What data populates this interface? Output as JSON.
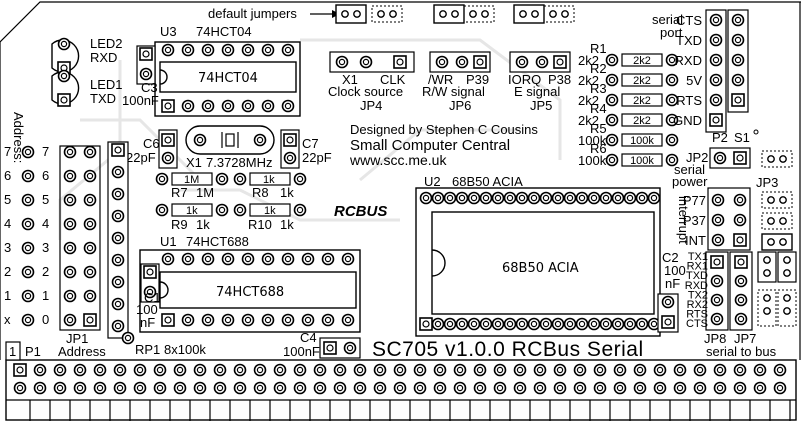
{
  "header": {
    "default_jumpers": "default jumpers"
  },
  "board": {
    "title": "SC705 v1.0.0 RCBus Serial",
    "logo": "RCBUS",
    "designer": [
      "Designed by Stephen C Cousins",
      "Small Computer Central",
      "www.scc.me.uk"
    ]
  },
  "leds": [
    {
      "ref": "LED2",
      "name": "RXD"
    },
    {
      "ref": "LED1",
      "name": "TXD"
    }
  ],
  "chips": {
    "u3": {
      "ref": "U3",
      "part": "74HCT04",
      "body": "74HCT04"
    },
    "u1": {
      "ref": "U1",
      "part": "74HCT688",
      "body": "74HCT688"
    },
    "u2": {
      "ref": "U2",
      "part": "68B50 ACIA",
      "body": "68B50 ACIA"
    }
  },
  "caps": {
    "c3": [
      "C3",
      "100nF"
    ],
    "c6": [
      "C6",
      "22pF"
    ],
    "c7": [
      "C7",
      "22pF"
    ],
    "c1": [
      "C1",
      "100",
      "nF"
    ],
    "c2": [
      "C2",
      "100",
      "nF"
    ],
    "c4": [
      "C4",
      "100nF"
    ]
  },
  "crystal": {
    "ref": "X1",
    "freq": "7.3728MHz"
  },
  "resistors_left": [
    {
      "ref": "R7",
      "value": "1M",
      "body": "1M"
    },
    {
      "ref": "R8",
      "value": "1k",
      "body": "1k"
    },
    {
      "ref": "R9",
      "value": "1k",
      "body": "1k"
    },
    {
      "ref": "R10",
      "value": "1k",
      "body": "1k"
    }
  ],
  "resistors_right": [
    {
      "ref": "R1",
      "value": "2k2",
      "body": "2k2"
    },
    {
      "ref": "R2",
      "value": "2k2",
      "body": "2k2"
    },
    {
      "ref": "R3",
      "value": "2k2",
      "body": "2k2"
    },
    {
      "ref": "R4",
      "value": "2k2",
      "body": "2k2"
    },
    {
      "ref": "R5",
      "value": "100k",
      "body": "100k"
    },
    {
      "ref": "R6",
      "value": "100k",
      "body": "100k"
    }
  ],
  "jumpers": {
    "jp4": {
      "left": "X1",
      "right": "CLK",
      "line2": "Clock source",
      "ref": "JP4"
    },
    "jp6": {
      "left": "/WR",
      "right": "P39",
      "line2": "R/W signal",
      "ref": "JP6"
    },
    "jp5": {
      "left": "IORQ",
      "right": "P38",
      "line2": "E signal",
      "ref": "JP5"
    },
    "jp2": {
      "ref": "JP2",
      "line1": "serial",
      "line2": "power"
    },
    "jp3": {
      "ref": "JP3"
    },
    "jp8": {
      "ref": "JP8"
    },
    "jp7": {
      "ref": "JP7",
      "caption": "serial to bus"
    }
  },
  "serial_port": {
    "title": [
      "serial",
      "port"
    ],
    "signals": [
      "CTS",
      "TXD",
      "RXD",
      "5V",
      "RTS",
      "GND"
    ],
    "p2": "P2",
    "s1": "S1"
  },
  "interrupt": {
    "label": "interrupt",
    "pins": [
      "P77",
      "P37",
      "INT"
    ]
  },
  "jp7_pins": [
    "TX1",
    "RX1",
    "TXD",
    "RXD",
    "TX2",
    "RX2",
    "RTS",
    "CTS"
  ],
  "address": {
    "title": "Address:",
    "bits": [
      "7",
      "6",
      "5",
      "4",
      "3",
      "2",
      "1",
      "x"
    ],
    "jp1_digits": [
      "7",
      "6",
      "5",
      "4",
      "3",
      "2",
      "1",
      "0"
    ],
    "jp1_ref": "JP1",
    "jp1_label": "Address"
  },
  "rp1": {
    "ref": "RP1",
    "value": "8x100k"
  },
  "p1": {
    "pin1": "1",
    "ref": "P1"
  }
}
